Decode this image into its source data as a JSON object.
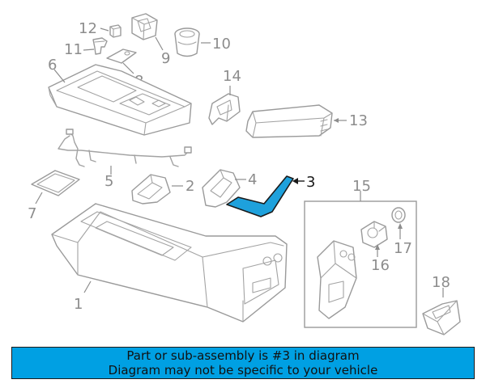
{
  "callouts": {
    "c1": "1",
    "c2": "2",
    "c3": "3",
    "c4": "4",
    "c5": "5",
    "c6": "6",
    "c7": "7",
    "c8": "8",
    "c9": "9",
    "c10": "10",
    "c11": "11",
    "c12": "12",
    "c13": "13",
    "c14": "14",
    "c15": "15",
    "c16": "16",
    "c17": "17",
    "c18": "18"
  },
  "highlighted_part": "3",
  "colors": {
    "highlight": "#1ea1dc",
    "banner": "#00a0e3",
    "line": "#9a9a9a"
  },
  "banner": {
    "line1": "Part or sub-assembly is #3 in diagram",
    "line2": "Diagram may not be specific to your vehicle"
  }
}
